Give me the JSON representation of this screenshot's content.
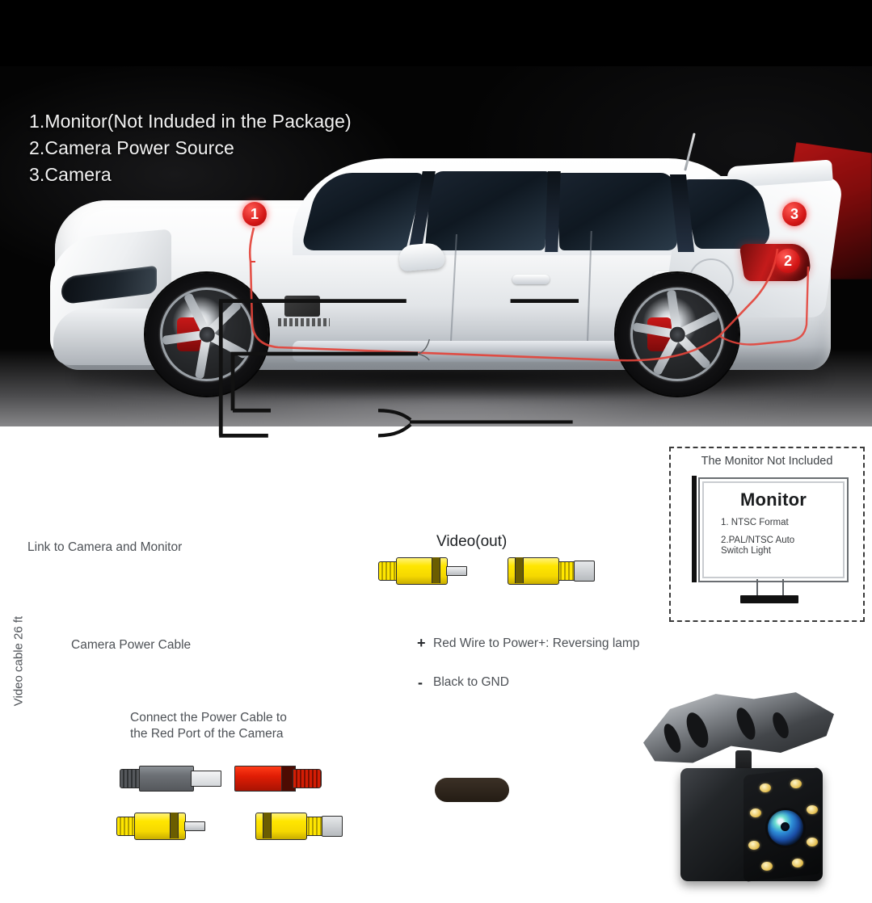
{
  "legend": {
    "items": [
      "1.Monitor(Not Induded in the Package)",
      "2.Camera Power Source",
      "3.Camera"
    ]
  },
  "car_markers": [
    {
      "id": "1",
      "label": "1"
    },
    {
      "id": "2",
      "label": "2"
    },
    {
      "id": "3",
      "label": "3"
    }
  ],
  "diagram": {
    "link_label": "Link to Camera and Monitor",
    "video_out_label": "Video(out)",
    "power_cable_label": "Camera Power Cable",
    "red_wire_label": "Red Wire to Power+: Reversing lamp",
    "black_wire_label": "Black to GND",
    "plus_sign": "+",
    "minus_sign": "-",
    "connect_note": "Connect the Power Cable to\nthe Red Port of the Camera",
    "video_cable_length": "Video cable 26 ft"
  },
  "monitor": {
    "caption": "The Monitor Not Included",
    "title": "Monitor",
    "spec_1": "1. NTSC Format",
    "spec_2": "2.PAL/NTSC Auto\n      Switch Light"
  },
  "colors": {
    "marker_red": "#d31616",
    "rca_yellow": "#ffe600",
    "power_red": "#e01d05",
    "power_gray": "#6d7176",
    "wire_black": "#111111",
    "route_red": "#e3433a",
    "panel_black": "#000000",
    "diagram_white": "#ffffff",
    "label_gray": "#4d5156"
  }
}
